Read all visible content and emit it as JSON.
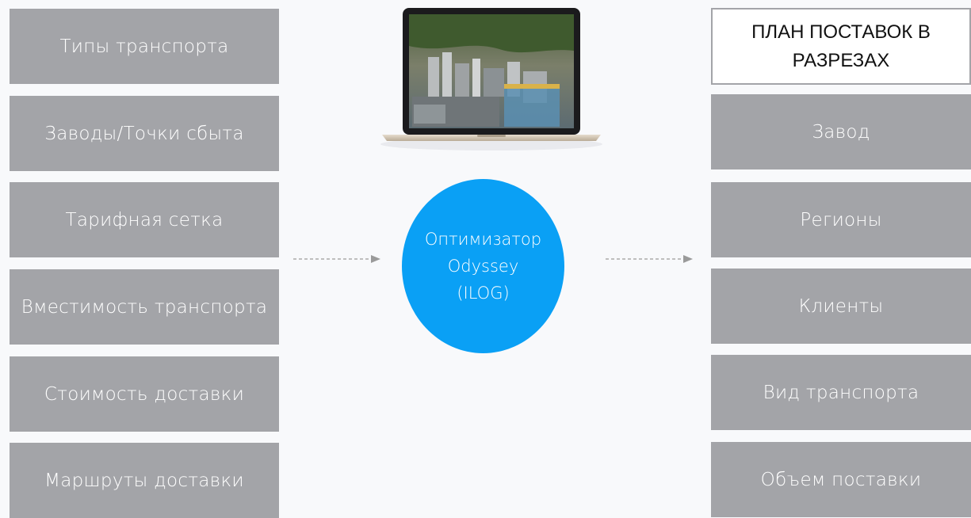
{
  "inputs": [
    "Типы транспорта",
    "Заводы/Точки сбыта",
    "Тарифная сетка",
    "Вместимость транспорта",
    "Стоимость доставки",
    "Маршруты доставки"
  ],
  "optimizer": {
    "line1": "Оптимизатор",
    "line2": "Odyssey",
    "line3": "(ILOG)"
  },
  "plan": {
    "line1": "ПЛАН ПОСТАВОК В",
    "line2": "РАЗРЕЗАХ"
  },
  "outputs": [
    "Завод",
    "Регионы",
    "Клиенты",
    "Вид транспорта",
    "Объем поставки"
  ],
  "colors": {
    "box_fill": "#a3a4a8",
    "circle_fill": "#0aa0f5",
    "arrow": "#9a9a9a",
    "background": "#f8f9fb"
  }
}
